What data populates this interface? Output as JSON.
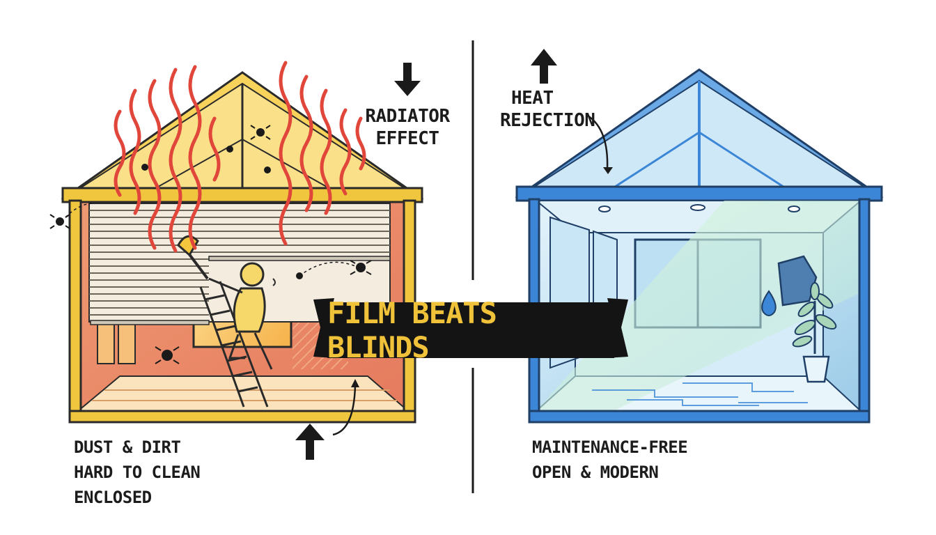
{
  "banner": {
    "text": "FILM BEATS BLINDS"
  },
  "left_panel": {
    "callout": [
      "RADIATOR",
      "EFFECT"
    ],
    "issues": [
      "DUST & DIRT",
      "HARD TO CLEAN",
      "ENCLOSED"
    ]
  },
  "right_panel": {
    "callout": [
      "HEAT",
      "REJECTION"
    ],
    "benefits": [
      "MAINTENANCE-FREE",
      "OPEN & MODERN"
    ]
  },
  "colors": {
    "left_frame": "#f1c63f",
    "left_wall": "#ec8f6a",
    "heat_waves": "#e0463a",
    "right_frame": "#3b86d6",
    "right_glass": "#cfe8f7",
    "banner_bg": "#141414",
    "banner_text": "#f0c23a"
  }
}
